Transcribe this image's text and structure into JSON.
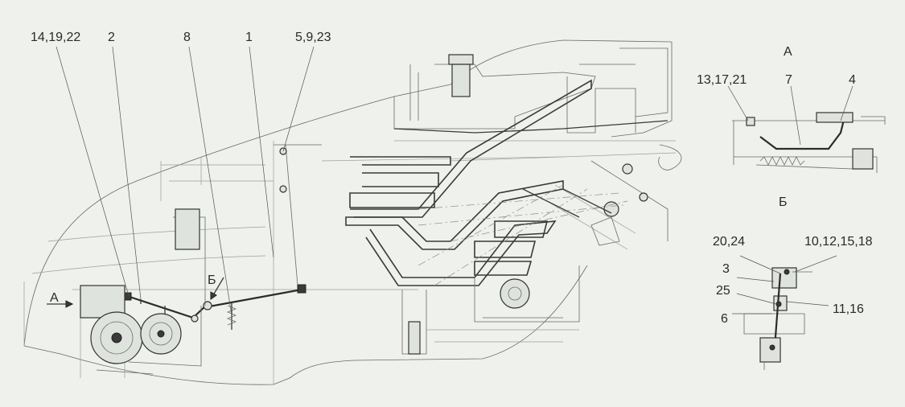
{
  "callouts": {
    "main_14_19_22": "14,19,22",
    "main_2": "2",
    "main_8": "8",
    "main_1": "1",
    "main_5_9_23": "5,9,23",
    "main_view_a": "А",
    "main_view_b": "Б",
    "detail_a_title": "А",
    "detail_a_13_17_21": "13,17,21",
    "detail_a_7": "7",
    "detail_a_4": "4",
    "detail_b_title": "Б",
    "detail_b_20_24": "20,24",
    "detail_b_10_12_15_18": "10,12,15,18",
    "detail_b_3": "3",
    "detail_b_25": "25",
    "detail_b_11_16": "11,16",
    "detail_b_6": "6"
  },
  "colors": {
    "background": "#eef1ec",
    "line": "#2c2c2c",
    "faint_line": "#9aa09a"
  }
}
